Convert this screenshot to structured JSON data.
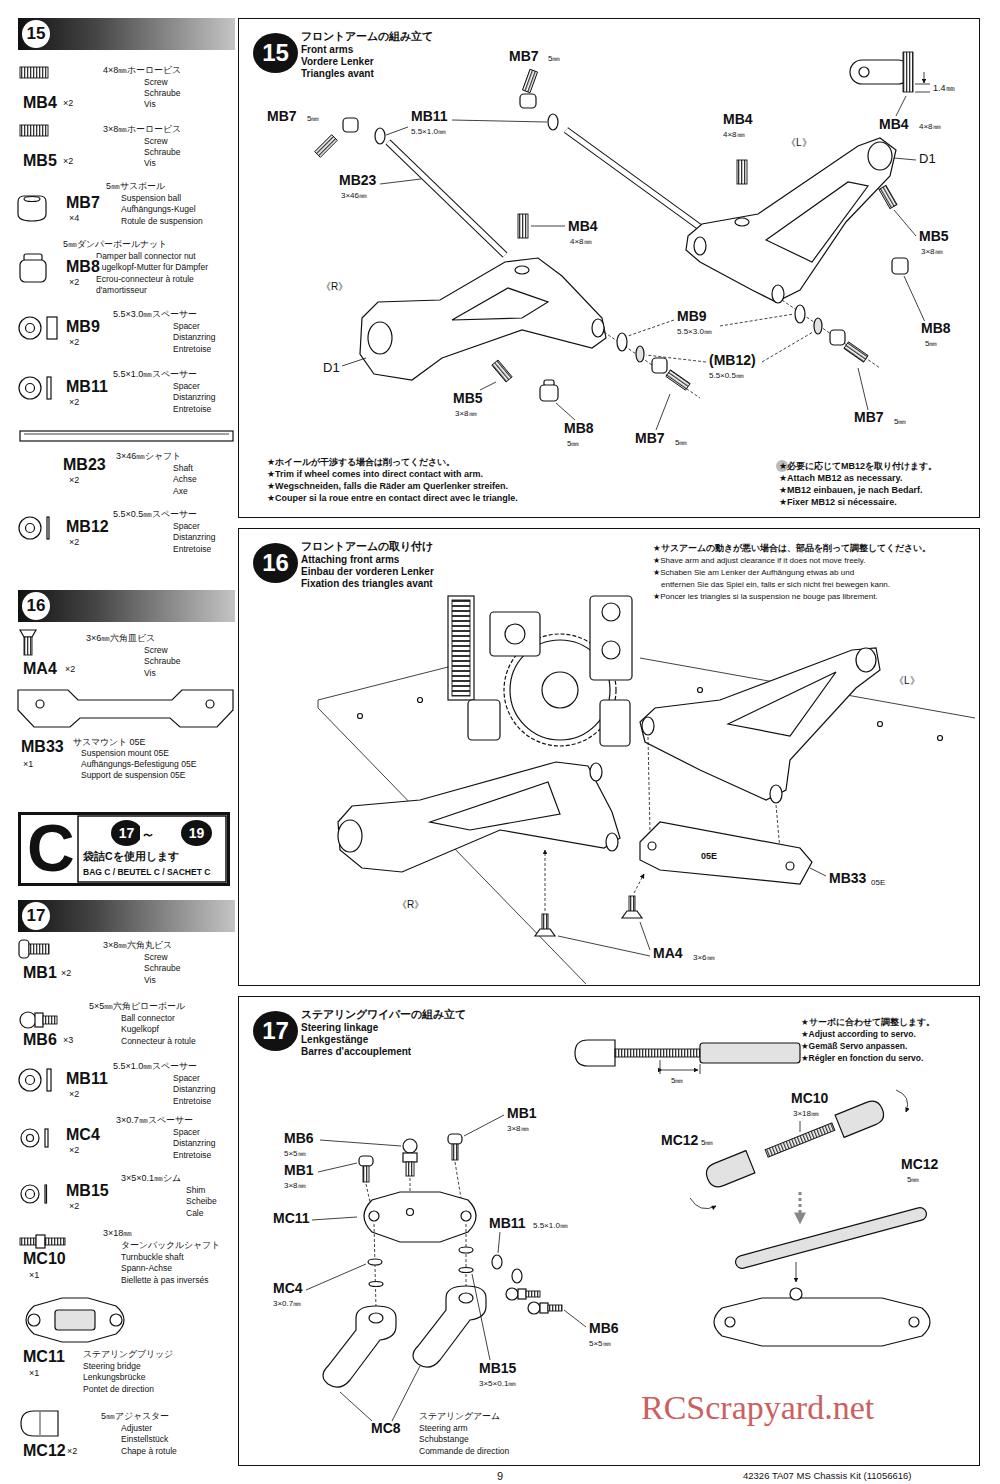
{
  "diagram": {
    "nodes": [
      {
        "text": [
          "15"
        ]
      },
      {
        "text": [
          "16"
        ]
      },
      {
        "text": [
          "C",
          "袋詰Cを使用します",
          "BAG C / BEUTEL C / SACHET C"
        ]
      },
      {
        "text": [
          "17"
        ],
        "in": 2
      },
      {
        "text": [
          "19"
        ],
        "in": 2
      },
      {
        "text": [
          "17"
        ]
      },
      {
        "text": [
          "フロントアームの組み立て",
          "Front arms",
          "Vordere Lenker",
          "Triangles avant"
        ]
      },
      {
        "text": [
          "15"
        ],
        "in": 6
      },
      {
        "text": [
          "フロントアームの取り付け",
          "Attaching front arms",
          "Einbau der vorderen Lenker",
          "Fixation des triangles avant"
        ]
      },
      {
        "text": [
          "16"
        ],
        "in": 8
      },
      {
        "text": [
          "ステアリングワイパーの組み立て",
          "Steering linkage",
          "Lenkgestänge",
          "Barres d'accouplement"
        ]
      },
      {
        "text": [
          "17"
        ],
        "in": 10
      }
    ],
    "labels": [
      "4×8㎜ホーロービス",
      "Screw",
      "Schraube",
      "Vis",
      "MB4",
      "×2",
      "3×8㎜ホーロービス",
      "Screw",
      "Schraube",
      "Vis",
      "MB5",
      "×2",
      "5㎜サスボール",
      "Suspension ball",
      "Aufhängungs-Kugel",
      "Rotule de suspension",
      "MB7",
      "×4",
      "5㎜ダンパーボールナット",
      "Damper ball connector nut",
      "Kugelkopf-Mutter für Dämpfer",
      "Ecrou-connecteur à rotule",
      "d'amortisseur",
      "MB8",
      "×2",
      "5.5×3.0㎜スペーサー",
      "Spacer",
      "Distanzring",
      "Entretoise",
      "MB9",
      "×2",
      "5.5×1.0㎜スペーサー",
      "Spacer",
      "Distanzring",
      "Entretoise",
      "MB11",
      "×2",
      "3×46㎜シャフト",
      "Shaft",
      "Achse",
      "Axe",
      "MB23",
      "×2",
      "5.5×0.5㎜スペーサー",
      "Spacer",
      "Distanzring",
      "Entretoise",
      "MB12",
      "×2",
      "3×6㎜六角皿ビス",
      "Screw",
      "Schraube",
      "Vis",
      "MA4",
      "×2",
      "MB33",
      "×1",
      "サスマウント 05E",
      "Suspension mount 05E",
      "Aufhängungs-Befestigung 05E",
      "Support de suspension 05E",
      "～",
      "3×8㎜六角丸ビス",
      "Screw",
      "Schraube",
      "Vis",
      "MB1",
      "×2",
      "5×5㎜六角ピローボール",
      "Ball connector",
      "Kugelkopf",
      "Connecteur à rotule",
      "MB6",
      "×3",
      "5.5×1.0㎜スペーサー",
      "Spacer",
      "Distanzring",
      "Entretoise",
      "MB11",
      "×2",
      "3×0.7㎜スペーサー",
      "Spacer",
      "Distanzring",
      "Entretoise",
      "MC4",
      "×2",
      "3×5×0.1㎜シム",
      "Shim",
      "Scheibe",
      "Cale",
      "MB15",
      "×2",
      "3×18㎜",
      "ターンバックルシャフト",
      "Turnbuckle shaft",
      "Spann-Achse",
      "Biellette à pas inversés",
      "MC10",
      "×1",
      "MC11",
      "×1",
      "ステアリングブリッジ",
      "Steering bridge",
      "Lenkungsbrücke",
      "Pontet de direction",
      "5㎜アジャスター",
      "Adjuster",
      "Einstellstück",
      "Chape à rotule",
      "MC12",
      "×2",
      "MB7",
      "5㎜",
      "MB7",
      "5㎜",
      "MB11",
      "5.5×1.0㎜",
      "MB23",
      "3×46㎜",
      "MB4",
      "4×8㎜",
      "MB4",
      "4×8㎜",
      "《L》",
      "D1",
      "MB5",
      "3×8㎜",
      "MB8",
      "5㎜",
      "MB9",
      "5.5×3.0㎜",
      "(MB12)",
      "5.5×0.5㎜",
      "《R》",
      "D1",
      "MB5",
      "3×8㎜",
      "MB8",
      "5㎜",
      "MB7",
      "5㎜",
      "MB7",
      "5㎜",
      "1.4㎜",
      "MB4",
      "4×8㎜",
      "★ホイールが干渉する場合は削ってください。",
      "★Trim if wheel comes into direct contact with arm.",
      "★Wegschneiden, falls die Räder am Querlenker streifen.",
      "★Couper si la roue entre en contact direct avec le triangle.",
      "★必要に応じてMB12を取り付けます。",
      "★Attach MB12 as necessary.",
      "★MB12 einbauen, je nach Bedarf.",
      "★Fixer MB12 si nécessaire.",
      "★サスアームの動きが悪い場合は、部品を削って調整してください。",
      "★Shave arm and adjust clearance if it does not move freely.",
      "★Schaben Sie am Lenker der Aufhängung etwas ab und",
      "entfernen Sie das Spiel ein, falls er sich nicht frei bewegen kann.",
      "★Poncer les triangles si la suspension ne bouge pas librement.",
      "《L》",
      "《R》",
      "05E",
      "MB33",
      "05E",
      "MA4",
      "3×6㎜",
      "MB6",
      "5×5㎜",
      "MB1",
      "3×8㎜",
      "MB1",
      "3×8㎜",
      "MC11",
      "MB11",
      "5.5×1.0㎜",
      "MC4",
      "3×0.7㎜",
      "MB6",
      "5×5㎜",
      "MB15",
      "3×5×0.1㎜",
      "MC8",
      "ステアリングアーム",
      "Steering arm",
      "Schubstange",
      "Commande de direction",
      "5㎜",
      "★サーボに合わせて調整します。",
      "★Adjust according to servo.",
      "★Gemäß Servo anpassen.",
      "★Régler en fonction du servo.",
      "MC10",
      "3×18㎜",
      "MC12",
      "5㎜",
      "MC12",
      "5㎜",
      "9",
      "42326 TA07 MS Chassis Kit (11056616)",
      "RCScrapyard.net"
    ]
  }
}
